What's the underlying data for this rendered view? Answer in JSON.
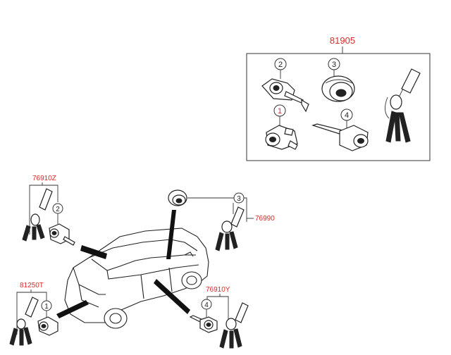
{
  "kit": {
    "part_number": "81905",
    "callouts": {
      "c1": "1",
      "c2": "2",
      "c3": "3",
      "c4": "4"
    }
  },
  "groups": {
    "tailgate_set": {
      "part_number": "76910Z",
      "callout": "2"
    },
    "ignition_set": {
      "part_number": "76990",
      "callout": "3"
    },
    "trunk_set": {
      "part_number": "81250T",
      "callout": "1"
    },
    "door_set": {
      "part_number": "76910Y",
      "callout": "4"
    }
  },
  "colors": {
    "part_number_red": "#d62b2b",
    "line": "#333333"
  },
  "icons": [
    "key-fob-icon",
    "lock-cylinder-icon",
    "ignition-lock-icon",
    "car-outline-icon"
  ]
}
